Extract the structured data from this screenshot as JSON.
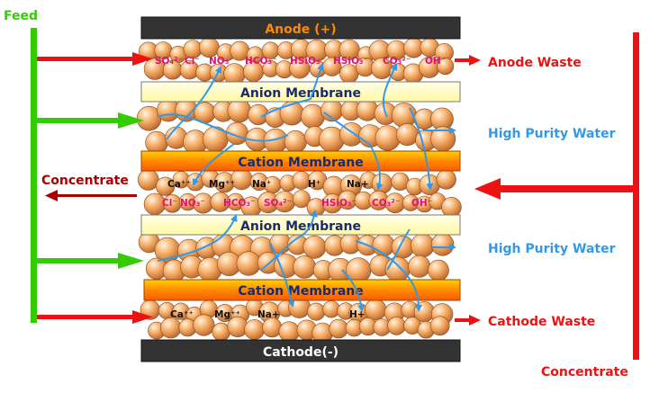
{
  "labels": {
    "feed": "Feed",
    "anode": "Anode (+)",
    "cathode": "Cathode(-)",
    "anion_membrane_1": "Anion Membrane",
    "anion_membrane_2": "Anion Membrane",
    "cation_membrane_1": "Cation Membrane",
    "cation_membrane_2": "Cation Membrane",
    "anode_waste": "Anode Waste",
    "cathode_waste": "Cathode Waste",
    "high_purity_water_1": "High Purity Water",
    "high_purity_water_2": "High Purity Water",
    "concentrate_left": "Concentrate",
    "concentrate_right": "Concentrate"
  },
  "ions": {
    "anode_row": [
      "SO₄²⁻",
      "Cl⁻",
      "NO₃⁻",
      "HCO₃⁻",
      "HSiO₃⁻",
      "HSiO₃⁻",
      "CO₃²⁻",
      "OH⁻"
    ],
    "concentrate_cations": [
      "Ca⁺⁺",
      "Mg⁺⁺",
      "Na⁺",
      "H⁺",
      "Na+"
    ],
    "concentrate_anions": [
      "Cl⁻",
      "NO₃⁻",
      "HCO₃⁻",
      "SO₄²⁻",
      "HSiO₃⁻",
      "CO₃²⁻",
      "OH⁻"
    ],
    "cathode_row": [
      "Ca⁺⁺",
      "Mg⁺⁺",
      "Na+",
      "H+"
    ]
  },
  "colors": {
    "feed_green": "#33cc00",
    "waste_red": "#ee1111",
    "concentrate_red": "#aa0000",
    "flow_blue": "#3399e6",
    "electrode_dark": "#333333",
    "electrode_text": "#ff8800",
    "anion_membrane": "#ffffc0",
    "cation_membrane": "#ff8800",
    "membrane_text": "#1a2a6e",
    "ion_text": "#e0107a",
    "bead": "#f5a55c"
  }
}
